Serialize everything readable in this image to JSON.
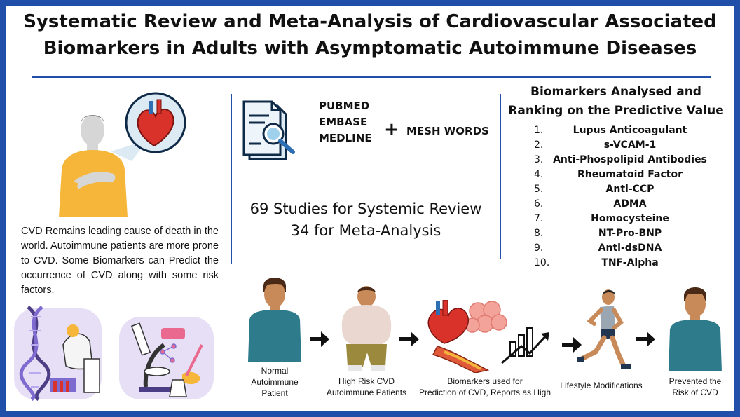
{
  "title": {
    "line1": "Systematic Review and Meta-Analysis of Cardiovascular Associated",
    "line2": "Biomarkers in Adults with Asymptomatic Autoimmune Diseases"
  },
  "left": {
    "description": "CVD Remains leading cause of death in the world. Autoimmune patients are more prone to CVD. Some Biomarkers can Predict the occurrence of CVD along with some risk factors."
  },
  "search": {
    "databases": [
      "PUBMED",
      "EMBASE",
      "MEDLINE"
    ],
    "plus": "+",
    "mesh": "MESH WORDS",
    "studies_line1": "69 Studies for Systemic Review",
    "studies_line2": "34 for Meta-Analysis"
  },
  "biomarkers": {
    "title_line1": "Biomarkers Analysed and",
    "title_line2": "Ranking on the Predictive Value",
    "items": [
      {
        "rank": "1.",
        "name": "Lupus Anticoagulant"
      },
      {
        "rank": "2.",
        "name": "s-VCAM-1"
      },
      {
        "rank": "3.",
        "name": "Anti-Phospolipid Antibodies"
      },
      {
        "rank": "4.",
        "name": "Rheumatoid Factor"
      },
      {
        "rank": "5.",
        "name": "Anti-CCP"
      },
      {
        "rank": "6.",
        "name": "ADMA"
      },
      {
        "rank": "7.",
        "name": "Homocysteine"
      },
      {
        "rank": "8.",
        "name": "NT-Pro-BNP"
      },
      {
        "rank": "9.",
        "name": "Anti-dsDNA"
      },
      {
        "rank": "10.",
        "name": "TNF-Alpha"
      }
    ]
  },
  "flow": {
    "step1": [
      "Normal",
      "Autoimmune",
      "Patient"
    ],
    "step2": [
      "High Risk CVD",
      "Autoimmune Patients"
    ],
    "step3": [
      "Biomarkers used for",
      "Prediction of CVD, Reports as High"
    ],
    "step4": [
      "Lifestyle Modifications"
    ],
    "step5": [
      "Prevented the",
      "Risk of CVD"
    ]
  },
  "colors": {
    "border": "#1f4fa8",
    "shirt_yellow": "#f5b63a",
    "shirt_teal": "#2e7b8c",
    "heart_red": "#d8322b",
    "skin": "#c98a5a",
    "purple_bg": "#e7dff5"
  }
}
